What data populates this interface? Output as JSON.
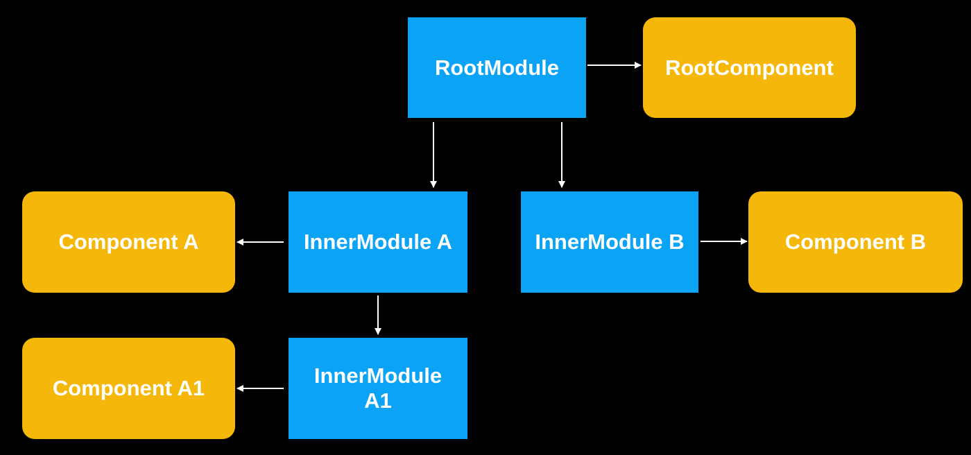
{
  "colors": {
    "background": "#000000",
    "module": "#0aa3f5",
    "component": "#f5b80a",
    "text": "#ffffff",
    "arrow": "#ffffff"
  },
  "nodes": {
    "root_module": "RootModule",
    "root_component": "RootComponent",
    "inner_module_a": "InnerModule A",
    "inner_module_b": "InnerModule B",
    "component_a": "Component A",
    "component_b": "Component B",
    "inner_module_a1_line1": "InnerModule",
    "inner_module_a1_line2": "A1",
    "component_a1": "Component A1"
  },
  "edges": [
    {
      "from": "root_module",
      "to": "root_component"
    },
    {
      "from": "root_module",
      "to": "inner_module_a"
    },
    {
      "from": "root_module",
      "to": "inner_module_b"
    },
    {
      "from": "inner_module_a",
      "to": "component_a"
    },
    {
      "from": "inner_module_b",
      "to": "component_b"
    },
    {
      "from": "inner_module_a",
      "to": "inner_module_a1"
    },
    {
      "from": "inner_module_a1",
      "to": "component_a1"
    }
  ]
}
